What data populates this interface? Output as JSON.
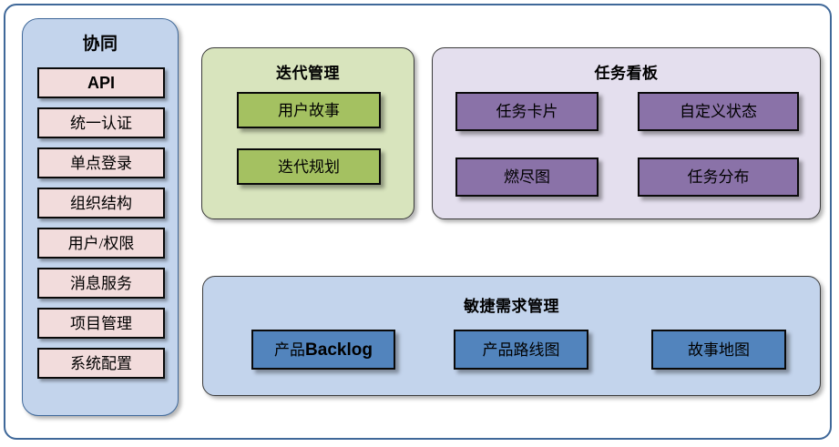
{
  "diagram": {
    "colors": {
      "frame_border": "#3f6899",
      "sidebar_bg": "#c3d4ec",
      "sidebar_item_bg": "#f2dcdc",
      "iteration_bg": "#d8e4bd",
      "iteration_node_bg": "#a4c161",
      "taskboard_bg": "#e4dfee",
      "taskboard_node_bg": "#8a72a8",
      "agile_bg": "#c3d4ec",
      "agile_node_bg": "#5284bd",
      "node_border": "#0a0a0a"
    }
  },
  "sidebar": {
    "title": "协同",
    "items": [
      {
        "label": "API",
        "style": "latin"
      },
      {
        "label": "统一认证",
        "style": "cjk"
      },
      {
        "label": "单点登录",
        "style": "cjk"
      },
      {
        "label": "组织结构",
        "style": "cjk"
      },
      {
        "label": "用户/权限",
        "style": "cjk"
      },
      {
        "label": "消息服务",
        "style": "cjk"
      },
      {
        "label": "项目管理",
        "style": "cjk"
      },
      {
        "label": "系统配置",
        "style": "cjk"
      }
    ]
  },
  "iteration": {
    "title": "迭代管理",
    "nodes": [
      {
        "label": "用户故事"
      },
      {
        "label": "迭代规划"
      }
    ]
  },
  "taskboard": {
    "title": "任务看板",
    "nodes": [
      {
        "label": "任务卡片"
      },
      {
        "label": "自定义状态"
      },
      {
        "label": "燃尽图"
      },
      {
        "label": "任务分布"
      }
    ]
  },
  "agile": {
    "title": "敏捷需求管理",
    "nodes": [
      {
        "label_cjk": "产品",
        "label_latin": "Backlog"
      },
      {
        "label_cjk": "产品路线图",
        "label_latin": ""
      },
      {
        "label_cjk": "故事地图",
        "label_latin": ""
      }
    ]
  }
}
